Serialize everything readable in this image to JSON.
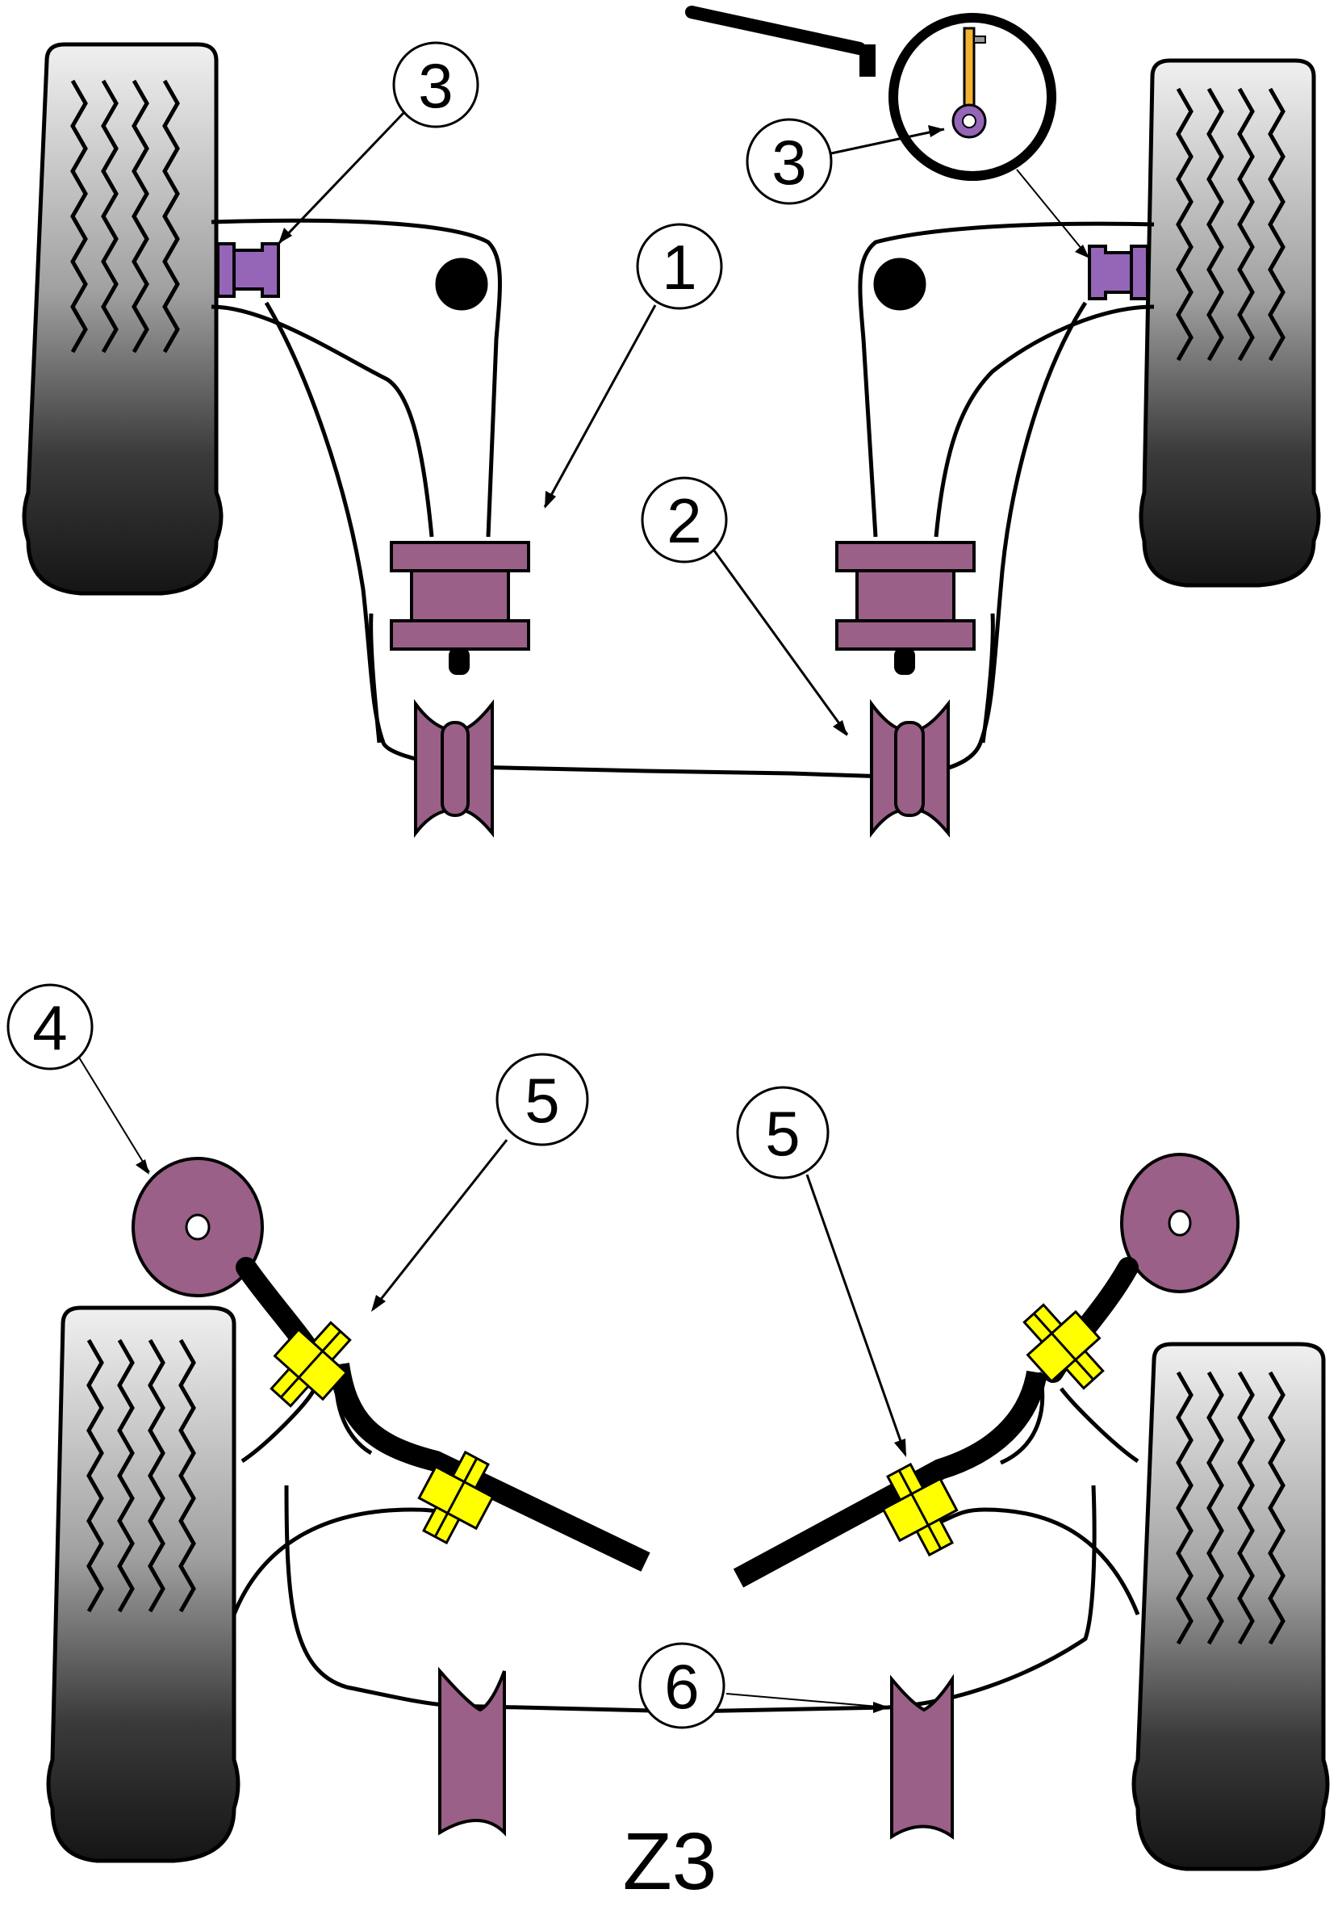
{
  "title": "Z3",
  "colors": {
    "bush": "#9a6087",
    "bush_light": "#9566b8",
    "bush_yellow": "#ffff00",
    "tyre_dark": "#1b1b1b",
    "tyre_light": "#d9d9d9",
    "outline": "#000000",
    "link": "#f2b233"
  },
  "callouts": [
    {
      "id": "front-left-3",
      "label": "3"
    },
    {
      "id": "front-inset-3",
      "label": "3"
    },
    {
      "id": "front-1",
      "label": "1"
    },
    {
      "id": "front-2",
      "label": "2"
    },
    {
      "id": "rear-4",
      "label": "4"
    },
    {
      "id": "rear-left-5",
      "label": "5"
    },
    {
      "id": "rear-right-5",
      "label": "5"
    },
    {
      "id": "rear-6",
      "label": "6"
    }
  ]
}
